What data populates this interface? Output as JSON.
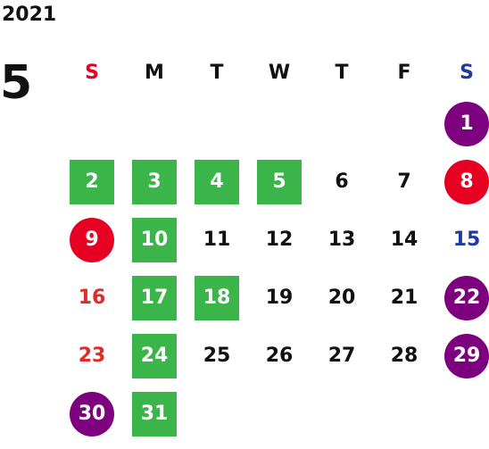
{
  "year": "2021",
  "month": "5",
  "weekdays": [
    {
      "label": "S",
      "color": "#e60022"
    },
    {
      "label": "M",
      "color": "#111111"
    },
    {
      "label": "T",
      "color": "#111111"
    },
    {
      "label": "W",
      "color": "#111111"
    },
    {
      "label": "T",
      "color": "#111111"
    },
    {
      "label": "F",
      "color": "#111111"
    },
    {
      "label": "S",
      "color": "#1e3aa0"
    }
  ],
  "first_weekday_index": 6,
  "days": [
    {
      "n": "1",
      "style": "circle-purple"
    },
    {
      "n": "2",
      "style": "sq"
    },
    {
      "n": "3",
      "style": "sq"
    },
    {
      "n": "4",
      "style": "sq"
    },
    {
      "n": "5",
      "style": "sq"
    },
    {
      "n": "6",
      "style": "plain"
    },
    {
      "n": "7",
      "style": "plain"
    },
    {
      "n": "8",
      "style": "circle-red"
    },
    {
      "n": "9",
      "style": "circle-red"
    },
    {
      "n": "10",
      "style": "sq"
    },
    {
      "n": "11",
      "style": "plain"
    },
    {
      "n": "12",
      "style": "plain"
    },
    {
      "n": "13",
      "style": "plain"
    },
    {
      "n": "14",
      "style": "plain"
    },
    {
      "n": "15",
      "style": "text-blue"
    },
    {
      "n": "16",
      "style": "text-red"
    },
    {
      "n": "17",
      "style": "sq"
    },
    {
      "n": "18",
      "style": "sq"
    },
    {
      "n": "19",
      "style": "plain"
    },
    {
      "n": "20",
      "style": "plain"
    },
    {
      "n": "21",
      "style": "plain"
    },
    {
      "n": "22",
      "style": "circle-purple"
    },
    {
      "n": "23",
      "style": "text-red"
    },
    {
      "n": "24",
      "style": "sq"
    },
    {
      "n": "25",
      "style": "plain"
    },
    {
      "n": "26",
      "style": "plain"
    },
    {
      "n": "27",
      "style": "plain"
    },
    {
      "n": "28",
      "style": "plain"
    },
    {
      "n": "29",
      "style": "circle-purple"
    },
    {
      "n": "30",
      "style": "circle-purple"
    },
    {
      "n": "31",
      "style": "sq"
    }
  ],
  "colors": {
    "green": "#3bb54a",
    "red": "#e60022",
    "purple": "#7d017f",
    "text_red": "#e12b2b",
    "text_blue": "#1e3aa0"
  }
}
